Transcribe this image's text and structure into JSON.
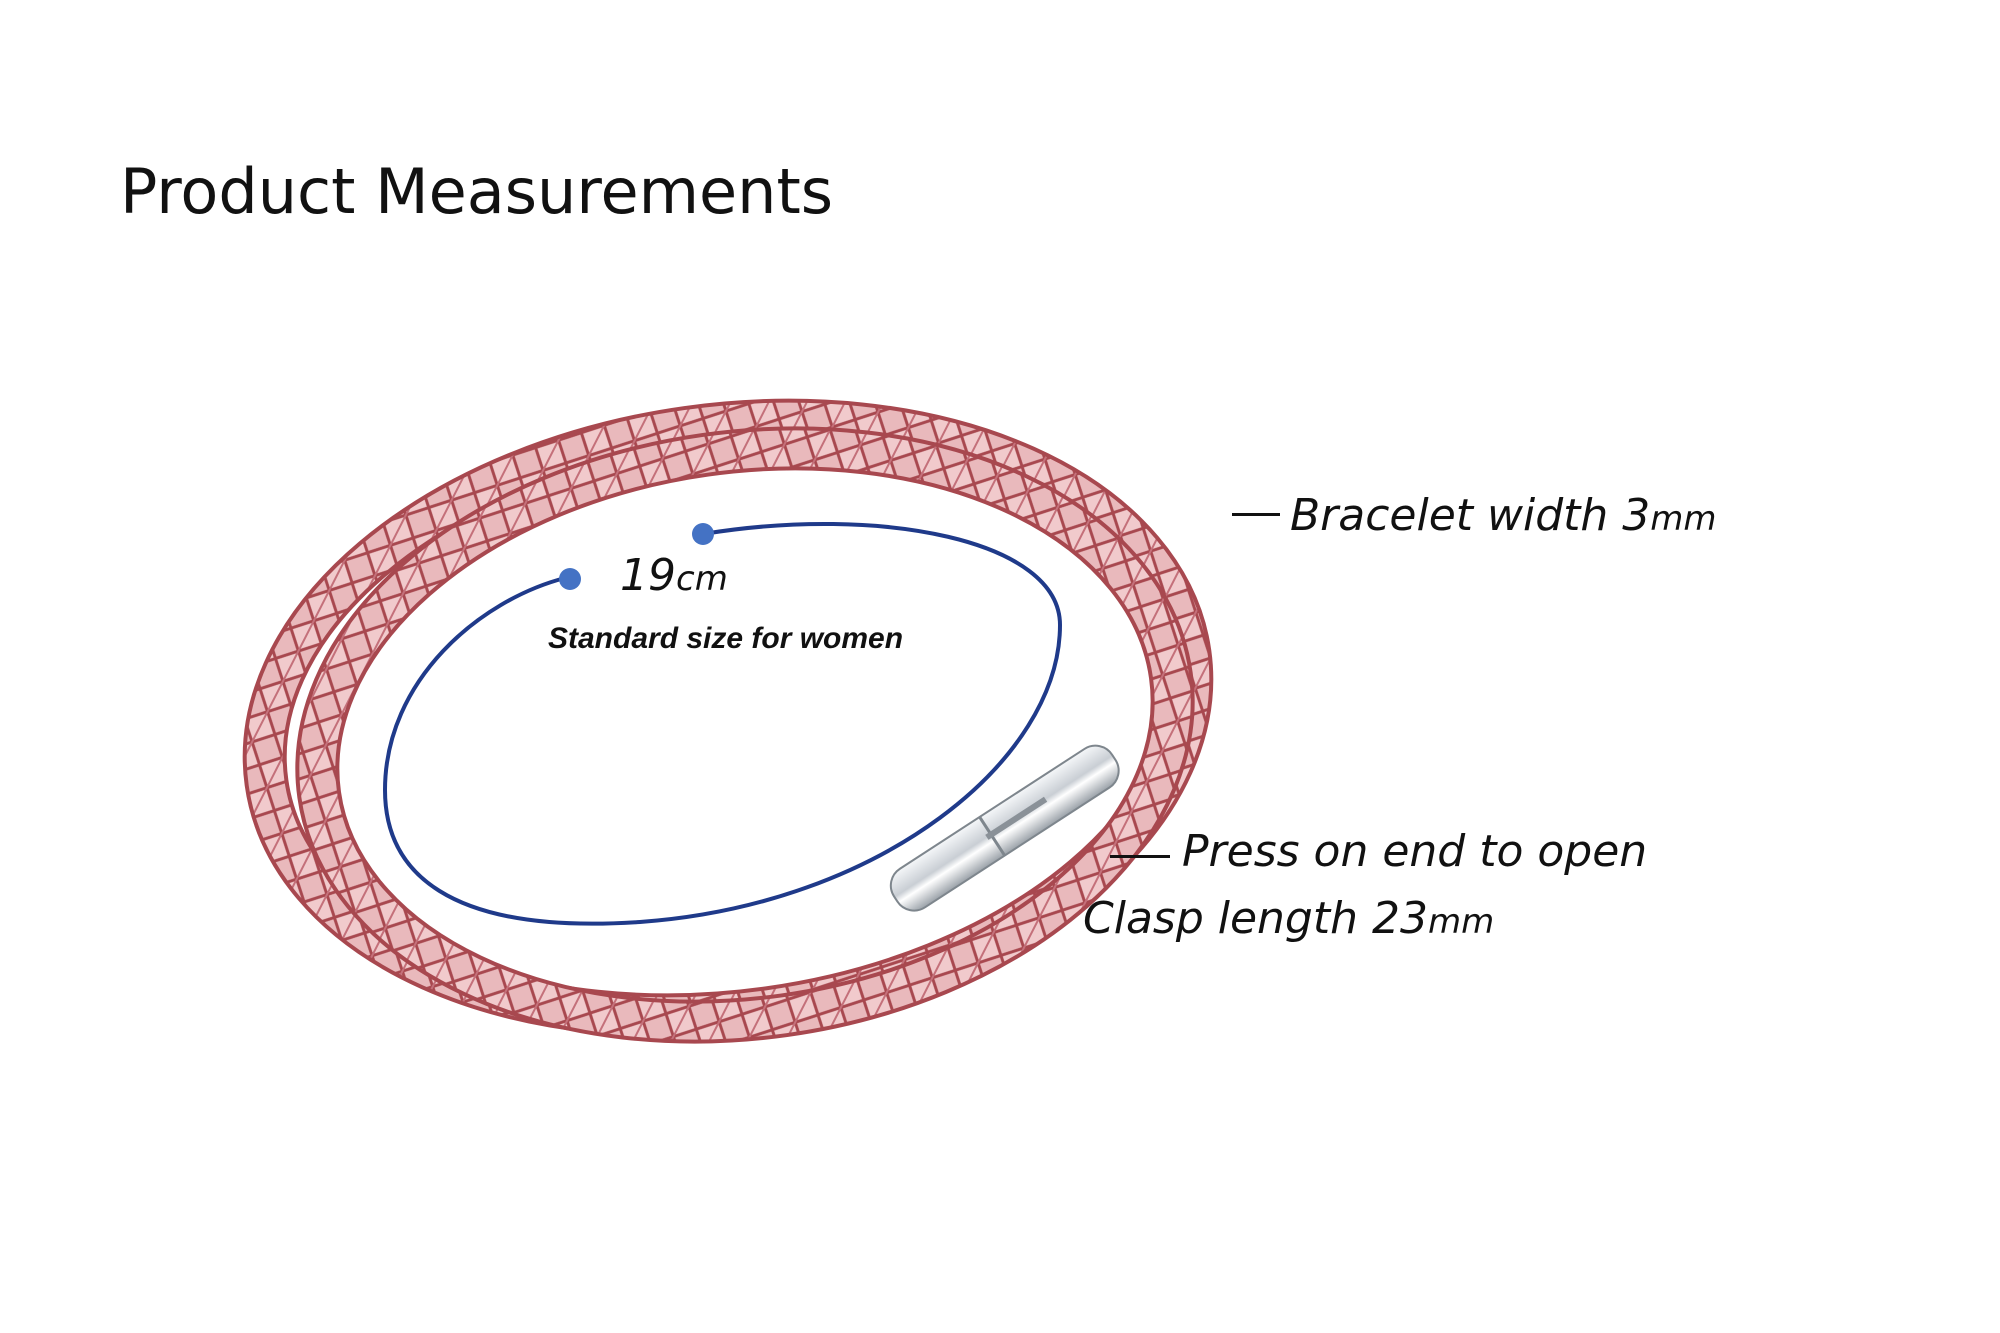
{
  "title": "Product Measurements",
  "measurements": {
    "circumference_value": "19",
    "circumference_unit": "cm",
    "fit_label": "Standard size for women",
    "width_text": "Bracelet width 3",
    "width_unit": "mm",
    "press_text": "Press on end to open",
    "clasp_text": "Clasp length 23",
    "clasp_unit": "mm"
  },
  "colors": {
    "leather": "#e7b3b6",
    "leather_dark": "#a8484f",
    "measure_line": "#1f3a8a",
    "measure_dot": "#4472c4",
    "clasp": "#cfd3d8"
  }
}
